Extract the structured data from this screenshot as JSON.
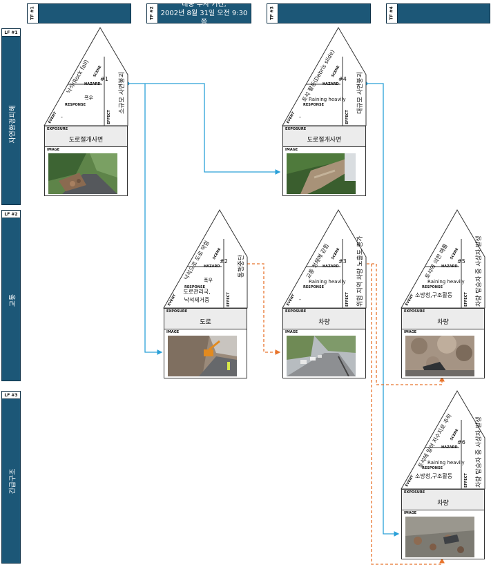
{
  "timeframes": [
    {
      "tag": "TF #1",
      "line1": "",
      "line2": ""
    },
    {
      "tag": "TF #2",
      "line1": "태풍 루사 기간,",
      "line2": "2002년 8월 31일 오전 9:30 쯤"
    },
    {
      "tag": "TF #3",
      "line1": "",
      "line2": ""
    },
    {
      "tag": "TF #4",
      "line1": "",
      "line2": ""
    }
  ],
  "levels": [
    {
      "tag": "LF #1",
      "label": "자연환경피해"
    },
    {
      "tag": "LF #2",
      "label": "교통"
    },
    {
      "tag": "LF #3",
      "label": "긴급구조"
    }
  ],
  "field_labels": {
    "event": "EVENT",
    "scene": "SCENE",
    "hazard": "HAZARD",
    "response": "RESPONSE",
    "effect": "EFFECT",
    "exposure": "EXPOSURE",
    "image": "IMAGE"
  },
  "cards": [
    {
      "id": "c1",
      "event": "낙석(Rock fall)",
      "scene_no": "#1",
      "hazard": "폭우",
      "response": "-",
      "effect": "소규모 사면붕괴",
      "exposure": "도로절개사면"
    },
    {
      "id": "c4",
      "event": "토석 활동(Debris slide)",
      "scene_no": "#4",
      "hazard": "Raining heavily",
      "response": "-",
      "effect": "대규모 사면붕괴",
      "exposure": "도로절개사면"
    },
    {
      "id": "c2",
      "event": "낙석으로 도로 막힘",
      "scene_no": "#2",
      "hazard": "폭우",
      "response": "도로관리국,\n낙석제거중",
      "effect": "통행중단",
      "exposure": "도로"
    },
    {
      "id": "c3",
      "event": "교통 정체에 갇힘",
      "scene_no": "#3",
      "hazard": "Raining heavily",
      "response": "-",
      "effect": "위험 지역 차량 노출도 증가",
      "exposure": "차량"
    },
    {
      "id": "c5",
      "event": "토석에 의한 매몰",
      "scene_no": "#5",
      "hazard": "Raining heavily",
      "response": "소방청,구조활동",
      "effect": "차량 탑승자 중 사상자 발생",
      "exposure": "차량"
    },
    {
      "id": "c6",
      "event": "토석에 밀려 저수지로 추락",
      "scene_no": "#6",
      "hazard": "Raining heavily",
      "response": "소방청,구조활동",
      "effect": "차량 탑승자 중 사상자 발생",
      "exposure": "차량"
    }
  ],
  "colors": {
    "header_blue": "#1c5777",
    "causal_link": "#2aa0d8",
    "dashed_link": "#e8742c",
    "exposure_bg": "#ececec"
  }
}
